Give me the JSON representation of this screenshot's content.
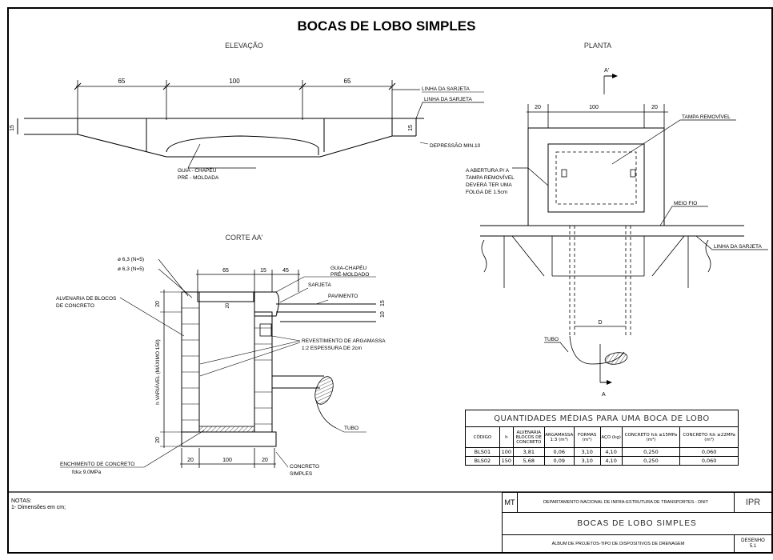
{
  "sheet_title": "BOCAS DE LOBO SIMPLES",
  "elevacao": {
    "title": "ELEVAÇÃO",
    "dims": [
      "65",
      "100",
      "65"
    ],
    "height_dim": "15",
    "height_dim_right": "15",
    "labels": {
      "linha_sarjeta_1": "LINHA DA SARJETA",
      "linha_sarjeta_2": "LINHA DA SARJETA",
      "depressao": "DEPRESSÃO MIN.10",
      "guia_1": "GUIA - CHAPÉU",
      "guia_2": "PRÉ - MOLDADA"
    }
  },
  "planta": {
    "title": "PLANTA",
    "dims": [
      "20",
      "100",
      "20"
    ],
    "section_top": "A'",
    "section_bottom": "A",
    "dim_d": "D",
    "labels": {
      "tampa": "TAMPA REMOVÍVEL",
      "abertura_1": "A ABERTURA P/ A",
      "abertura_2": "TAMPA REMOVÍVEL",
      "abertura_3": "DEVERÁ TER UMA",
      "abertura_4": "FOLGA DE 1.5cm",
      "meio_fio": "MEIO FIO",
      "linha_sarjeta": "LINHA DA SARJETA",
      "tubo": "TUBO"
    }
  },
  "corte": {
    "title": "CORTE AA'",
    "dims_top": [
      "65",
      "15",
      "45"
    ],
    "dims_bottom": [
      "20",
      "100",
      "20"
    ],
    "dims_left": [
      "20",
      "h  VARIÁVEL (MÁXIMO 150)",
      "20"
    ],
    "dims_mid": [
      "20"
    ],
    "dims_right": [
      "10",
      "15"
    ],
    "labels": {
      "phi1": "ø 6,3 (N=5)",
      "phi2": "ø 6,3 (N=5)",
      "alvenaria_1": "ALVENARIA DE BLOCOS",
      "alvenaria_2": "DE CONCRETO",
      "guia_1": "GUIA-CHAPÉU",
      "guia_2": "PRÉ-MOLDADO",
      "sarjeta": "SARJETA",
      "pavimento": "PAVIMENTO",
      "revest_1": "REVESTIMENTO DE ARGAMASSA",
      "revest_2": "1:2 ESPESSURA DE 2cm",
      "tubo": "TUBO",
      "enchimento_1": "ENCHIMENTO DE CONCRETO",
      "enchimento_2": "fck≥ 9.0MPa",
      "concreto_1": "CONCRETO",
      "concreto_2": "SIMPLES"
    }
  },
  "quantities": {
    "title": "QUANTIDADES MÉDIAS PARA UMA BOCA DE LOBO",
    "headers": [
      "CÓDIGO",
      "h",
      "ALVENARIA BLOCOS DE CONCRETO",
      "ARGAMASSA 1:3 (m³)",
      "FORMAS (m²)",
      "AÇO (kg)",
      "CONCRETO fck ≥15MPa (m³)",
      "CONCRETO fck ≥22MPa (m³)"
    ],
    "rows": [
      [
        "BLS01",
        "100",
        "3,81",
        "0,06",
        "3,10",
        "4,10",
        "0,250",
        "0,060"
      ],
      [
        "BLS02",
        "150",
        "5,68",
        "0,09",
        "3,10",
        "4,10",
        "0,250",
        "0,060"
      ]
    ]
  },
  "notes": {
    "heading": "NOTAS:",
    "line1": "1- Dimensões em cm;"
  },
  "title_block": {
    "mt": "MT",
    "dept": "DEPARTAMENTO NACIONAL DE INFRA-ESTRUTURA DE TRANSPORTES - DNIT",
    "ipr": "IPR",
    "name": "BOCAS DE LOBO SIMPLES",
    "album": "ÁLBUM DE PROJETOS-TIPO DE DISPOSITIVOS DE DRENAGEM",
    "desenho_label": "DESENHO",
    "desenho_num": "5.1"
  }
}
